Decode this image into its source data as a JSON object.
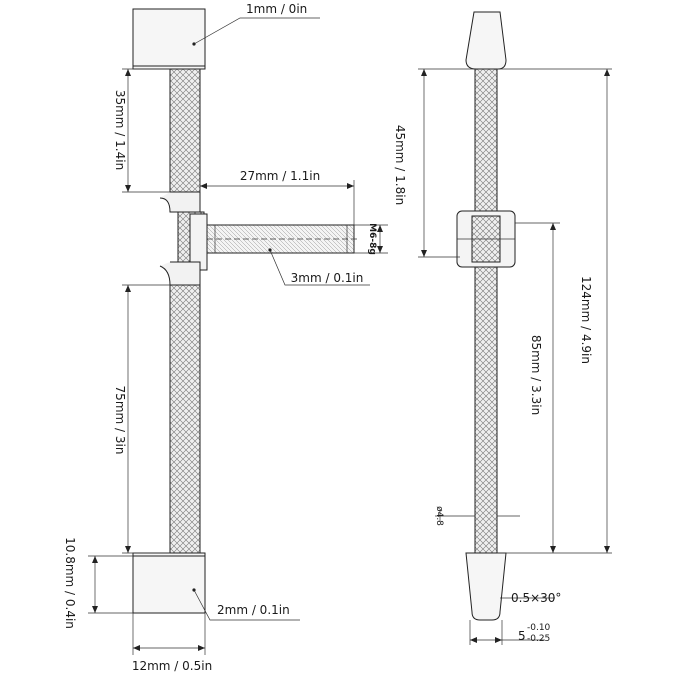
{
  "front_view": {
    "top_cap_label": "1mm / 0in",
    "upper_length_label": "35mm / 1.4in",
    "bolt_length_label": "27mm / 1.1in",
    "bolt_thread_label": "M6-8g",
    "bolt_pitch_label": "3mm / 0.1in",
    "lower_length_label": "75mm / 3in",
    "bottom_cap_height_label": "10.8mm / 0.4in",
    "bottom_cap_lip_label": "2mm / 0.1in",
    "cap_width_label": "12mm / 0.5in"
  },
  "side_view": {
    "upper_length_label": "45mm / 1.8in",
    "total_length_label": "124mm / 4.9in",
    "lower_length_label": "85mm / 3.3in",
    "braid_diameter_label": "ø4.8",
    "chamfer_label": "0.5×30°",
    "tip_diameter_main": "5",
    "tip_tol_upper": "-0.10",
    "tip_tol_lower": "-0.25"
  },
  "colors": {
    "line": "#222222",
    "cap_fill": "#f6f6f6",
    "braid_fill": "#e9e9e9"
  }
}
